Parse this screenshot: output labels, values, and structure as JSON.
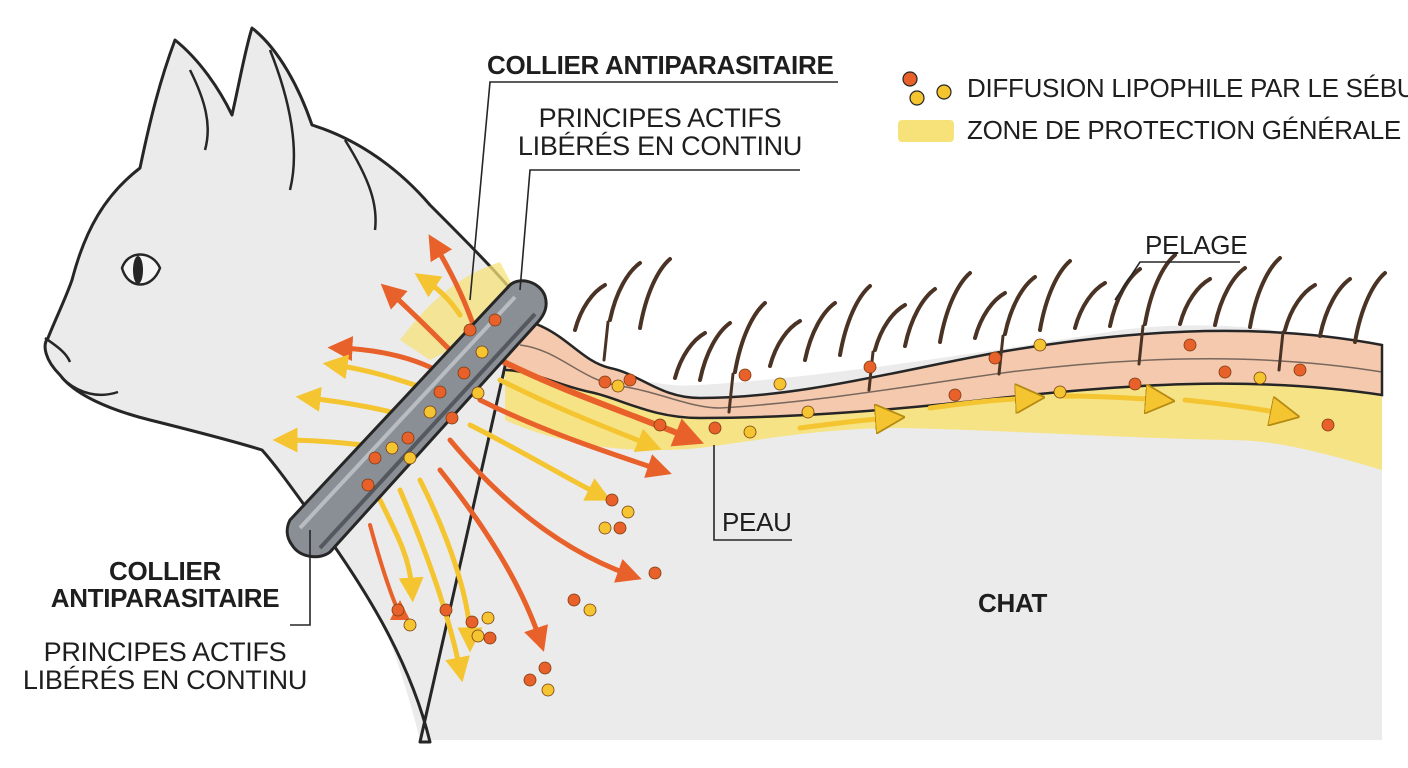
{
  "labels": {
    "collar_top_title": "COLLIER ANTIPARASITAIRE",
    "collar_top_desc_line1": "PRINCIPES ACTIFS",
    "collar_top_desc_line2": "LIBÉRÉS EN CONTINU",
    "collar_left_title_line1": "COLLIER",
    "collar_left_title_line2": "ANTIPARASITAIRE",
    "collar_left_desc_line1": "PRINCIPES ACTIFS",
    "collar_left_desc_line2": "LIBÉRÉS EN CONTINU",
    "pelage": "PELAGE",
    "peau": "PEAU",
    "chat": "CHAT"
  },
  "legend": {
    "items": [
      {
        "label": "DIFFUSION LIPOPHILE PAR LE SÉBUM",
        "icon": "particles-icon"
      },
      {
        "label": "ZONE DE PROTECTION GÉNÉRALE",
        "icon": "yellow-swatch-icon"
      }
    ]
  },
  "colors": {
    "outline": "#262626",
    "cat_fill": "#ebebeb",
    "skin": "#f4c9ae",
    "sebum_zone": "#f7e27a",
    "collar": "#8a8f96",
    "collar_dark": "#55595f",
    "orange": "#e8612a",
    "yellow": "#f4c531",
    "hair": "#4a3324"
  }
}
